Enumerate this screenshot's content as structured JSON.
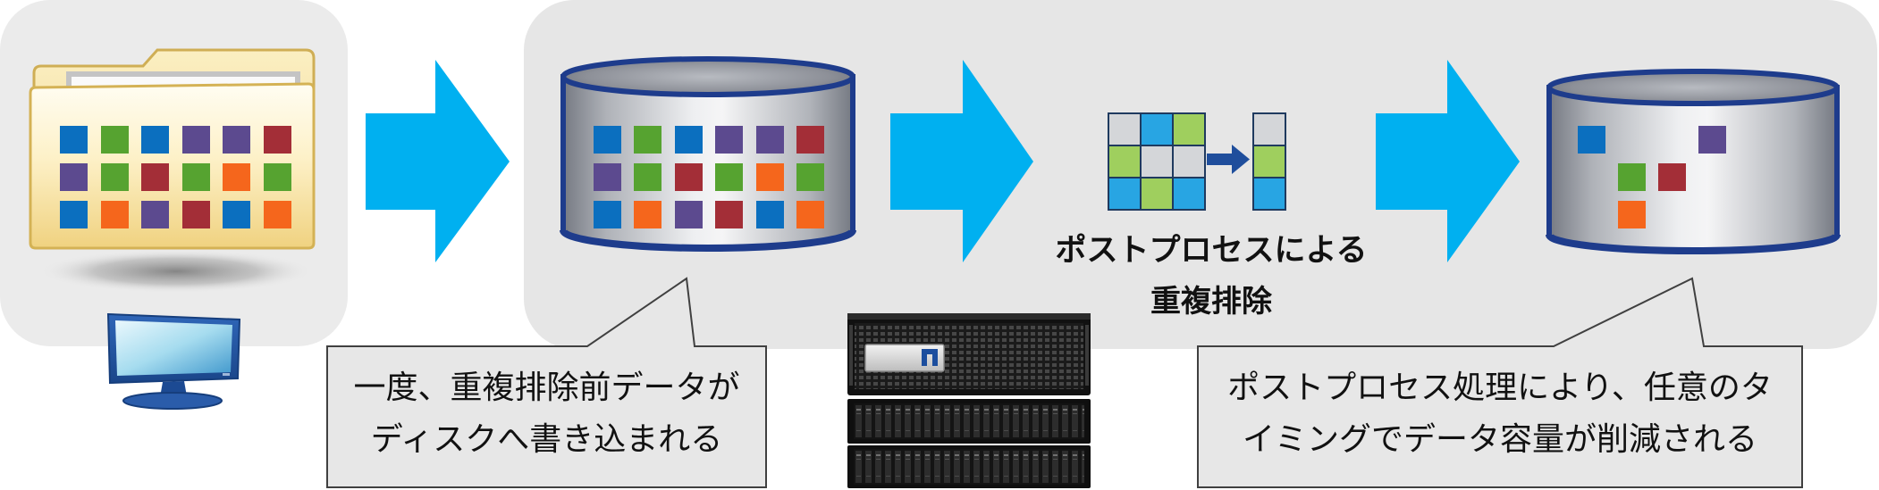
{
  "colors": {
    "blue": "#0b6fbf",
    "green": "#56a330",
    "purple": "#5c4a8f",
    "red": "#a32e37",
    "orange": "#f5661c",
    "light_gray": "#d4d6d9",
    "sky_blue": "#28a5e3",
    "light_green": "#9fcf5e",
    "flow_arrow": "#00b0f0",
    "cylinder_outline": "#1e3c8c",
    "panel": "#e8e8e8",
    "callout_fill": "#e7e7e7"
  },
  "source": {
    "folder_icon": "folder-icon",
    "monitor_icon": "monitor-icon",
    "blocks": [
      [
        "blue",
        "green",
        "blue",
        "purple",
        "purple",
        "red"
      ],
      [
        "purple",
        "green",
        "red",
        "green",
        "orange",
        "green"
      ],
      [
        "blue",
        "orange",
        "purple",
        "red",
        "blue",
        "orange"
      ]
    ]
  },
  "flow_arrow_icon": "arrow-right-icon",
  "storage_before": {
    "icon": "disk-storage-icon",
    "blocks": [
      [
        "blue",
        "green",
        "blue",
        "purple",
        "purple",
        "red"
      ],
      [
        "purple",
        "green",
        "red",
        "green",
        "orange",
        "green"
      ],
      [
        "blue",
        "orange",
        "purple",
        "red",
        "blue",
        "orange"
      ]
    ]
  },
  "dedup": {
    "icon": "deduplication-icon",
    "label_line1": "ポストプロセスによる",
    "label_line2": "重複排除",
    "grid": [
      [
        "light_gray",
        "sky_blue",
        "light_green"
      ],
      [
        "light_green",
        "light_gray",
        "light_gray"
      ],
      [
        "sky_blue",
        "light_green",
        "sky_blue"
      ]
    ],
    "result_column": [
      "light_gray",
      "light_green",
      "sky_blue"
    ]
  },
  "storage_after": {
    "icon": "disk-storage-icon",
    "blocks": [
      [
        "blue",
        null,
        null,
        "purple"
      ],
      [
        null,
        "green",
        "red",
        null
      ],
      [
        null,
        "orange",
        null,
        null
      ]
    ]
  },
  "hardware": {
    "icon": "storage-system-icon",
    "logo_icon": "brand-logo-icon"
  },
  "callouts": {
    "write": {
      "line1": "一度、重複排除前データが",
      "line2": "ディスクへ書き込まれる"
    },
    "reduce": {
      "line1": "ポストプロセス処理により、任意のタ",
      "line2": "イミングでデータ容量が削減される"
    }
  }
}
